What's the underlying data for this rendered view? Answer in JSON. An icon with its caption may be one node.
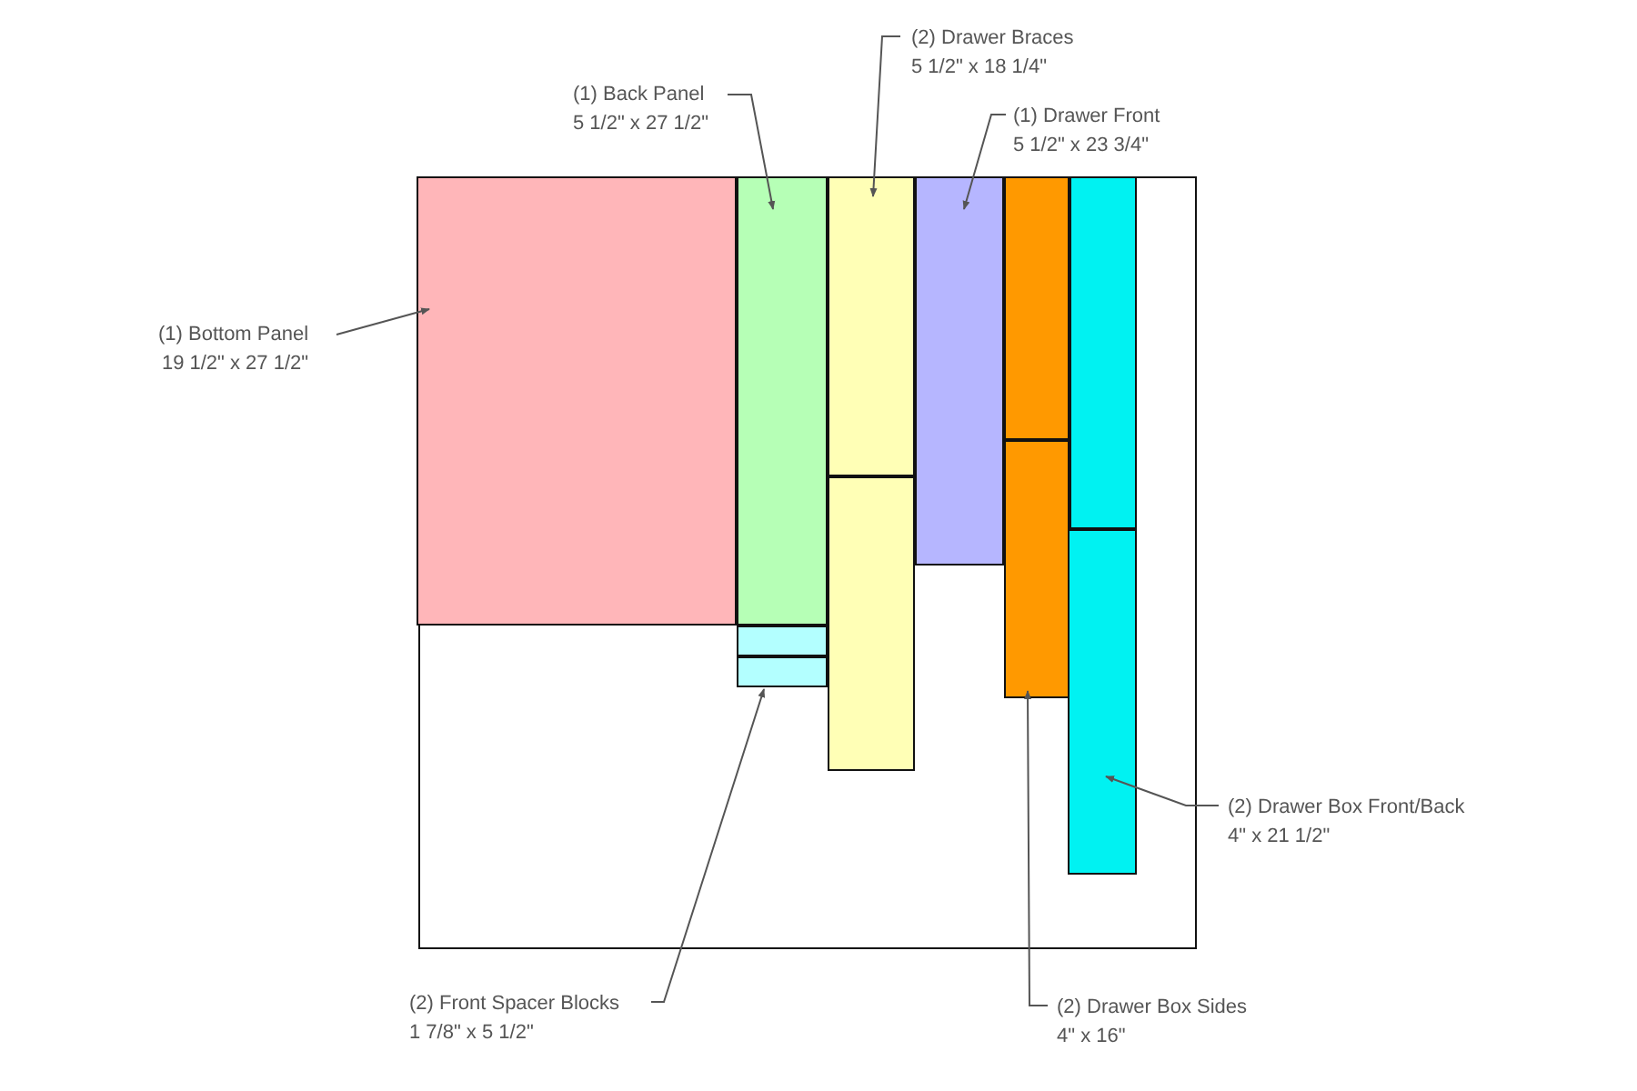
{
  "diagram": {
    "nodes": [
      {
        "text": [],
        "shape": "box"
      },
      {
        "text": [],
        "shape": "box",
        "in": 0
      },
      {
        "text": [],
        "shape": "box",
        "in": 0
      },
      {
        "text": [],
        "shape": "box",
        "in": 0
      },
      {
        "text": [],
        "shape": "box",
        "in": 0
      },
      {
        "text": [],
        "shape": "box",
        "in": 0
      },
      {
        "text": [],
        "shape": "box",
        "in": 0
      },
      {
        "text": [],
        "shape": "box",
        "in": 0
      },
      {
        "text": [],
        "shape": "box",
        "in": 0
      },
      {
        "text": [],
        "shape": "box",
        "in": 0
      },
      {
        "text": [],
        "shape": "box",
        "in": 0
      },
      {
        "text": [],
        "shape": "box",
        "in": 0
      },
      {
        "text": [
          "(1) Bottom Panel",
          "19 1/2\" x 27 1/2\""
        ]
      },
      {
        "text": [
          "(1) Back Panel",
          "5 1/2\" x 27 1/2\""
        ]
      },
      {
        "text": [
          "(2) Drawer Braces",
          "5 1/2\" x 18 1/4\""
        ]
      },
      {
        "text": [
          "(1) Drawer Front",
          "5 1/2\" x 23 3/4\""
        ]
      },
      {
        "text": [
          "(2) Drawer Box Front/Back",
          "4\" x 21 1/2\""
        ]
      },
      {
        "text": [
          "(2) Front Spacer Blocks",
          "1 7/8\" x 5 1/2\""
        ]
      },
      {
        "text": [
          "(2) Drawer Box Sides",
          "4\" x 16\""
        ]
      }
    ],
    "edges": [
      {
        "from": 12,
        "to": 1,
        "arrow": "to"
      },
      {
        "from": 13,
        "to": 2,
        "arrow": "to"
      },
      {
        "from": 14,
        "to": 5,
        "arrow": "to"
      },
      {
        "from": 15,
        "to": 7,
        "arrow": "to"
      },
      {
        "from": 16,
        "to": 11,
        "arrow": "to"
      },
      {
        "from": 17,
        "to": 4,
        "arrow": "to"
      },
      {
        "from": 18,
        "to": 9,
        "arrow": "to"
      }
    ]
  }
}
